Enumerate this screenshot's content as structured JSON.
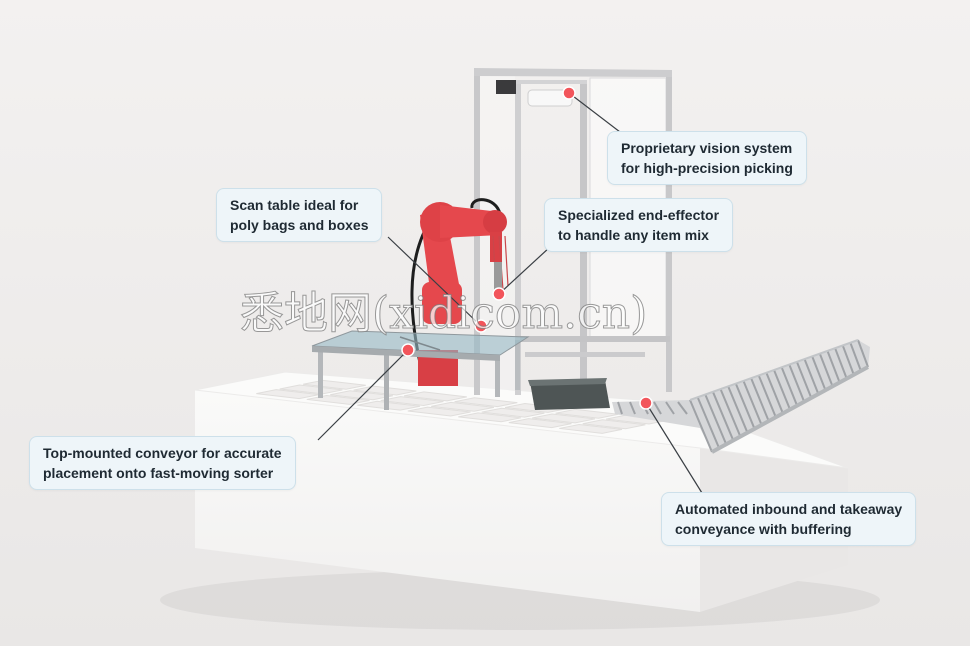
{
  "callouts": {
    "vision": {
      "line1": "Proprietary vision system",
      "line2": "for high-precision picking"
    },
    "scan": {
      "line1": "Scan table ideal for",
      "line2": "poly bags and boxes"
    },
    "effector": {
      "line1": "Specialized end-effector",
      "line2": "to handle any item mix"
    },
    "conveyor": {
      "line1": "Top-mounted conveyor for accurate",
      "line2": "placement onto fast-moving sorter"
    },
    "inbound": {
      "line1": "Automated inbound and takeaway",
      "line2": "conveyance with buffering"
    }
  },
  "watermark": "悉地网(xidicom.cn)",
  "colors": {
    "accent": "#f2555b",
    "robot": "#e5484d",
    "callout_bg": "#eef5f9",
    "callout_border": "#cde0ea",
    "text": "#1f2a33"
  }
}
